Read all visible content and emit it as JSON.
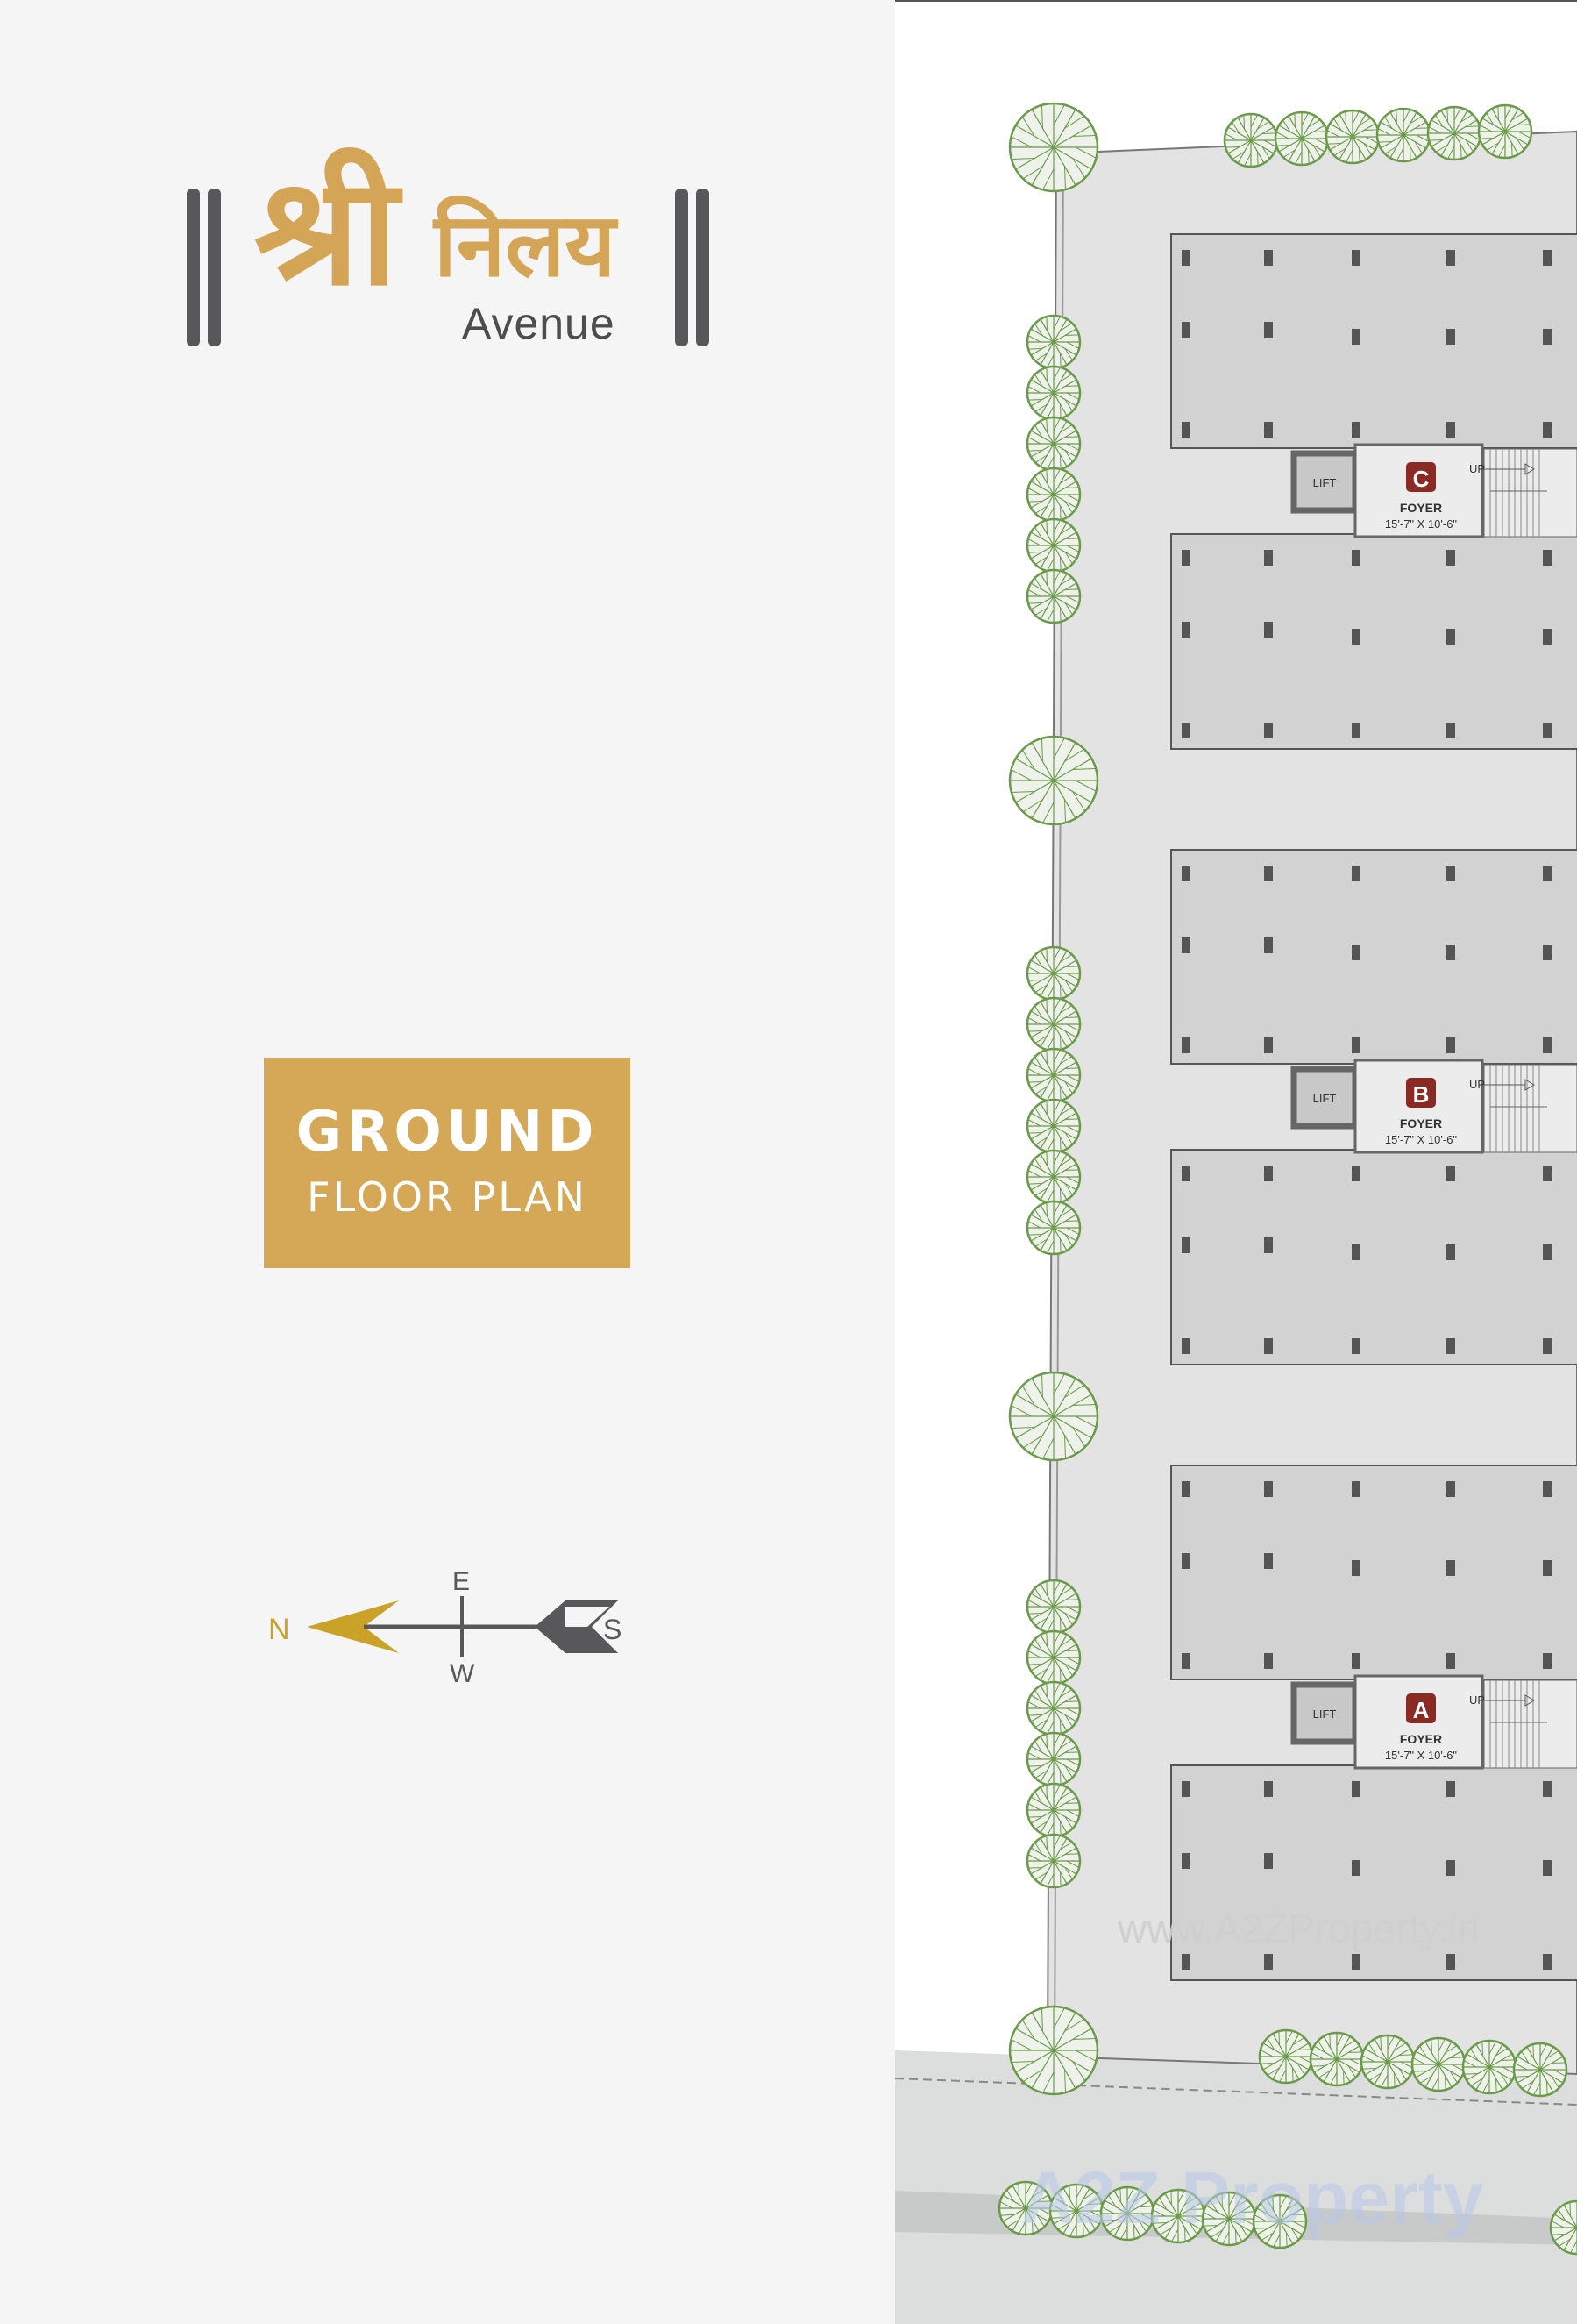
{
  "brand": {
    "devanagari_1": "श्री",
    "devanagari_2": "निलय",
    "latin": "Avenue",
    "gold": "#d4a556",
    "grey": "#58585a"
  },
  "plan_title": {
    "line1": "GROUND",
    "line2": "FLOOR PLAN",
    "color": "#d4a857"
  },
  "compass": {
    "north": "N",
    "south": "S",
    "east": "E",
    "west": "W"
  },
  "wings": [
    {
      "letter": "C",
      "lift": "LIFT",
      "room": "FOYER",
      "size": "15'-7\" X 10'-6\"",
      "stair": "UP"
    },
    {
      "letter": "B",
      "lift": "LIFT",
      "room": "FOYER",
      "size": "15'-7\" X 10'-6\"",
      "stair": "UP"
    },
    {
      "letter": "A",
      "lift": "LIFT",
      "room": "FOYER",
      "size": "15'-7\" X 10'-6\"",
      "stair": "UP"
    }
  ],
  "colors": {
    "badge": "#8b2a24",
    "tree": "#6a9a4a",
    "block": "#d2d2d2",
    "site": "#e3e3e3",
    "road": "#dcdddd"
  },
  "watermark": {
    "url": "www.A2ZProperty.in",
    "logo": "A2Z Property"
  }
}
